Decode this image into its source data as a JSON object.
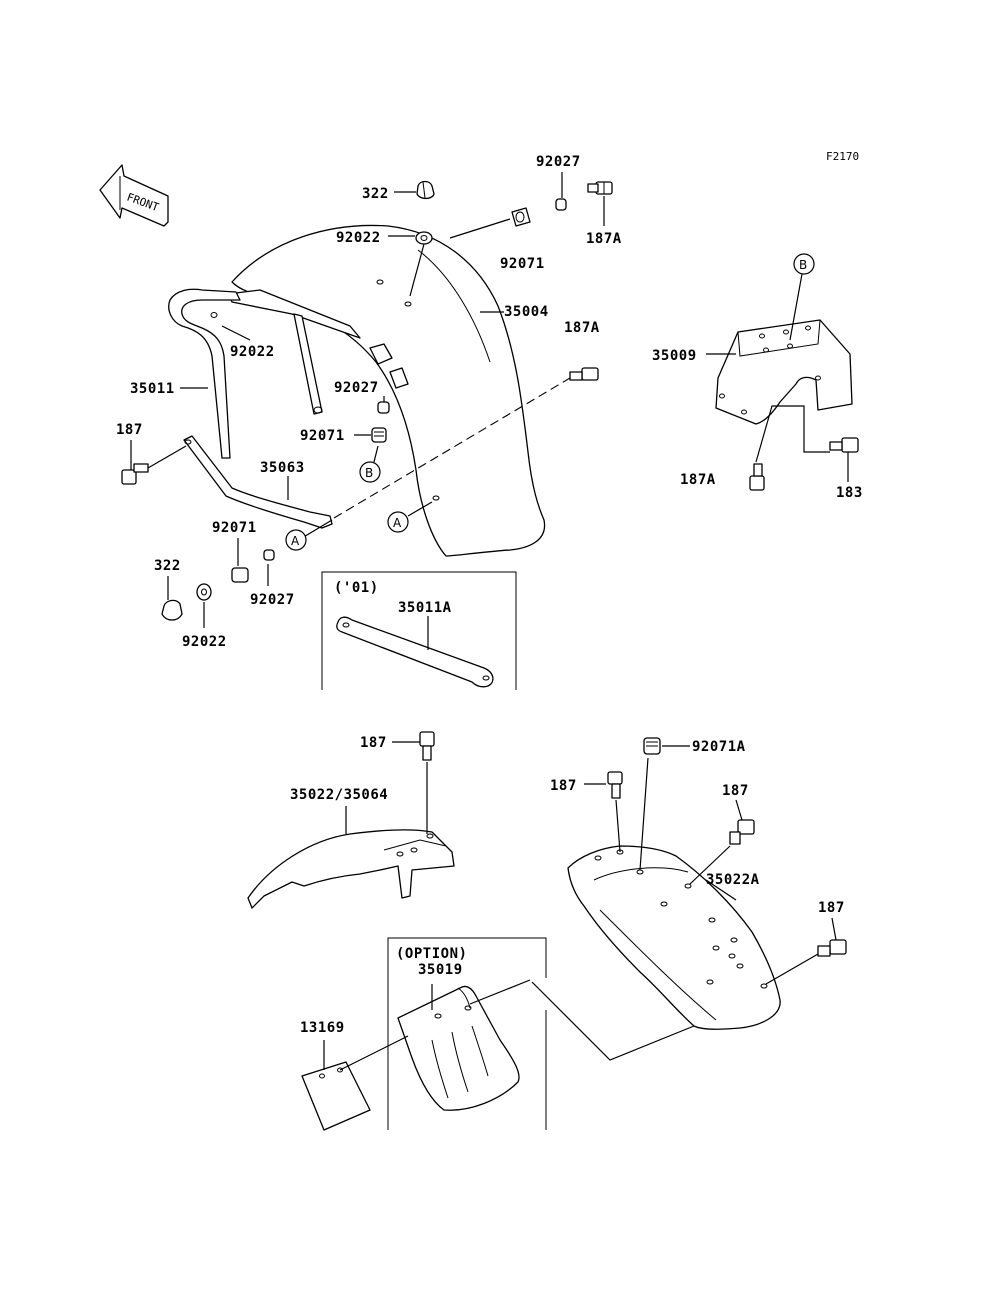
{
  "diagram_code": "F2170",
  "front_arrow_text": "FRONT",
  "labels": {
    "l322_top": "322",
    "l92027_top": "92027",
    "l92022_top": "92022",
    "l92071_top": "92071",
    "l187A_top": "187A",
    "l35004": "35004",
    "l187A_mid": "187A",
    "l92022_mid": "92022",
    "l35011": "35011",
    "l92027_mid": "92027",
    "l92071_mid": "92071",
    "l187_left": "187",
    "l35063": "35063",
    "l92071_low": "92071",
    "l322_low": "322",
    "l92027_low": "92027",
    "l92022_low": "92022",
    "l35009": "35009",
    "l187A_right": "187A",
    "l183": "183",
    "l35011A": "35011A",
    "l187_front": "187",
    "l35022_35064": "35022/35064",
    "l92071A": "92071A",
    "l187_rear1": "187",
    "l187_rear2": "187",
    "l35022A": "35022A",
    "l187_rear3": "187",
    "l35019": "35019",
    "l13169": "13169"
  },
  "boxes": {
    "year_box": "('01)",
    "option_box": "(OPTION)"
  },
  "callouts": {
    "a1": "A",
    "a2": "A",
    "b1": "B",
    "b2": "B"
  }
}
